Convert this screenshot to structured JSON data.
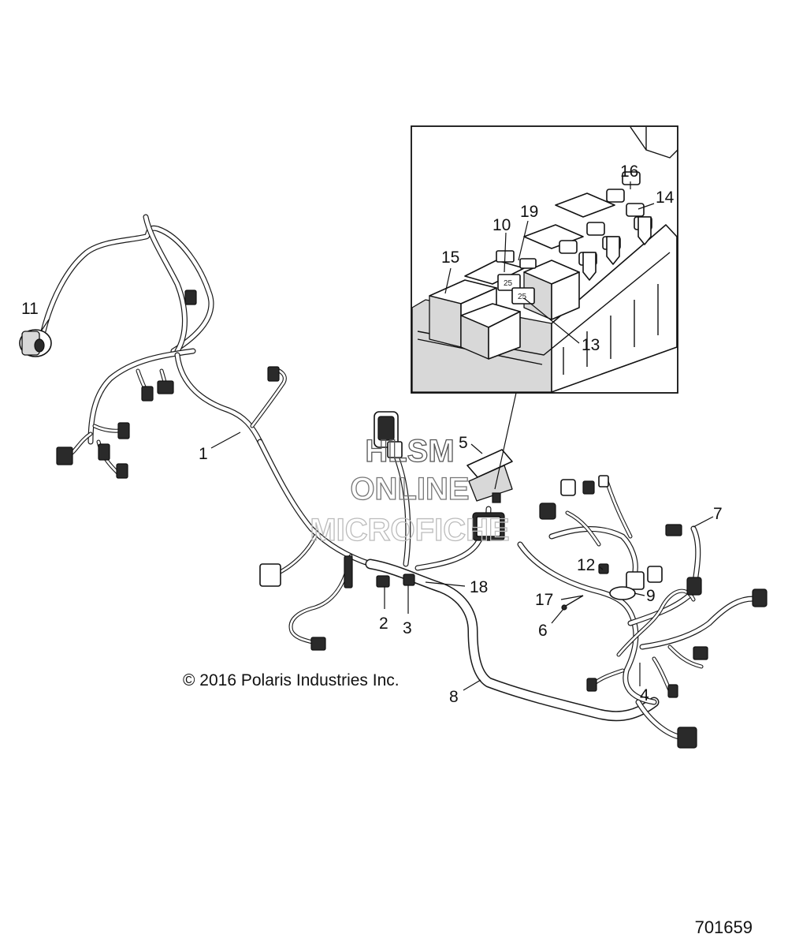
{
  "diagram": {
    "figure_number": "701659",
    "copyright": "© 2016 Polaris Industries Inc.",
    "watermark": {
      "line1": "HLSM",
      "line2": "ONLINE",
      "line3": "MICROFICHE"
    },
    "callouts": {
      "c1": "1",
      "c2": "2",
      "c3": "3",
      "c4": "4",
      "c5": "5",
      "c6": "6",
      "c7": "7",
      "c8": "8",
      "c9": "9",
      "c10": "10",
      "c11": "11",
      "c12": "12",
      "c13": "13",
      "c14": "14",
      "c15": "15",
      "c16": "16",
      "c17": "17",
      "c18": "18",
      "c19": "19"
    },
    "fuse_ratings": {
      "f1": "25",
      "f2": "25"
    }
  }
}
